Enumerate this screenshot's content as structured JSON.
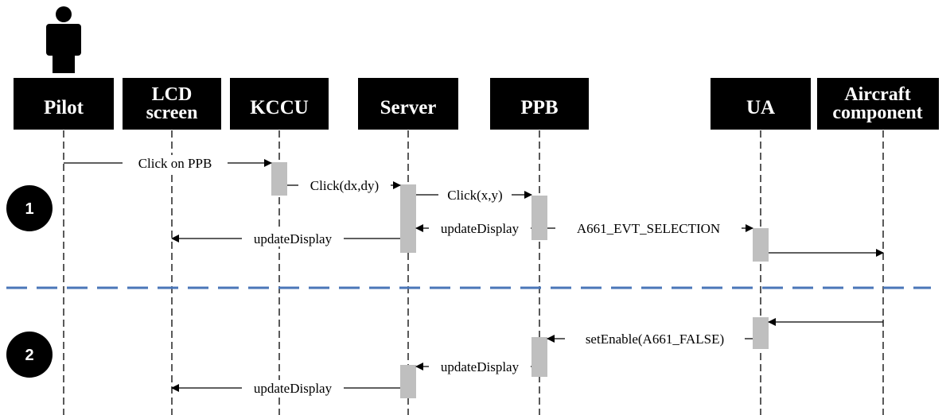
{
  "participants": [
    {
      "id": "pilot",
      "lines": [
        "Pilot"
      ]
    },
    {
      "id": "lcd",
      "lines": [
        "LCD",
        "screen"
      ]
    },
    {
      "id": "kccu",
      "lines": [
        "KCCU"
      ]
    },
    {
      "id": "server",
      "lines": [
        "Server"
      ]
    },
    {
      "id": "ppb",
      "lines": [
        "PPB"
      ]
    },
    {
      "id": "ua",
      "lines": [
        "UA"
      ]
    },
    {
      "id": "aircraft",
      "lines": [
        "Aircraft",
        "component"
      ]
    }
  ],
  "steps": [
    "1",
    "2"
  ],
  "messages": [
    {
      "from": "pilot",
      "to": "kccu",
      "label": "Click on PPB"
    },
    {
      "from": "kccu",
      "to": "server",
      "label": "Click(dx,dy)"
    },
    {
      "from": "server",
      "to": "ppb",
      "label": "Click(x,y)"
    },
    {
      "from": "ppb",
      "to": "server",
      "label": "updateDisplay"
    },
    {
      "from": "server",
      "to": "lcd",
      "label": "updateDisplay"
    },
    {
      "from": "ppb",
      "to": "ua",
      "label": "A661_EVT_SELECTION"
    },
    {
      "from": "ua",
      "to": "aircraft",
      "label": ""
    },
    {
      "from": "aircraft",
      "to": "ua",
      "label": ""
    },
    {
      "from": "ua",
      "to": "ppb",
      "label": "setEnable(A661_FALSE)"
    },
    {
      "from": "ppb",
      "to": "server",
      "label": "updateDisplay"
    },
    {
      "from": "server",
      "to": "lcd",
      "label": "updateDisplay"
    }
  ],
  "colors": {
    "header": "#000000",
    "activation": "#bfbfbf",
    "separator": "#4a76b8",
    "text": "#000000"
  }
}
